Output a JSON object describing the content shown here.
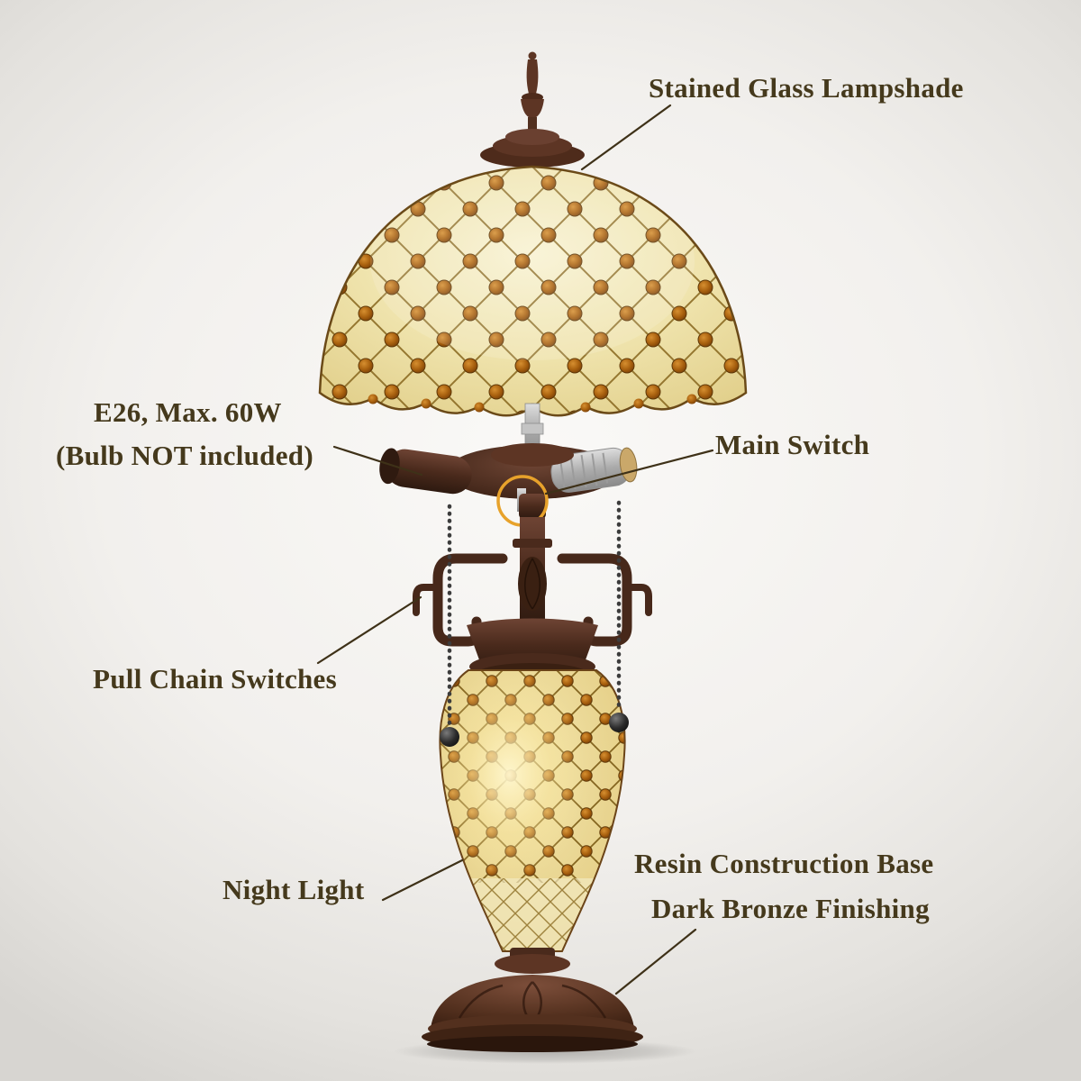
{
  "image_type": "annotated product diagram of a Tiffany-style stained glass table lamp",
  "annotations": {
    "lampshade": "Stained Glass Lampshade",
    "bulb_spec_line1": "E26, Max. 60W",
    "bulb_spec_line2": "(Bulb NOT included)",
    "main_switch": "Main Switch",
    "pull_chain": "Pull Chain Switches",
    "night_light": "Night Light",
    "base_line1": "Resin Construction Base",
    "base_line2": "Dark Bronze Finishing"
  },
  "colors": {
    "label_text": "#45391c",
    "leader_line": "#3e3118",
    "switch_highlight_ring": "#e7a22b",
    "shade_glass_cream": "#efe5b4",
    "jewel_amber": "#a9610f",
    "bronze_dark": "#4a2a1b",
    "background": "#f1efec"
  }
}
